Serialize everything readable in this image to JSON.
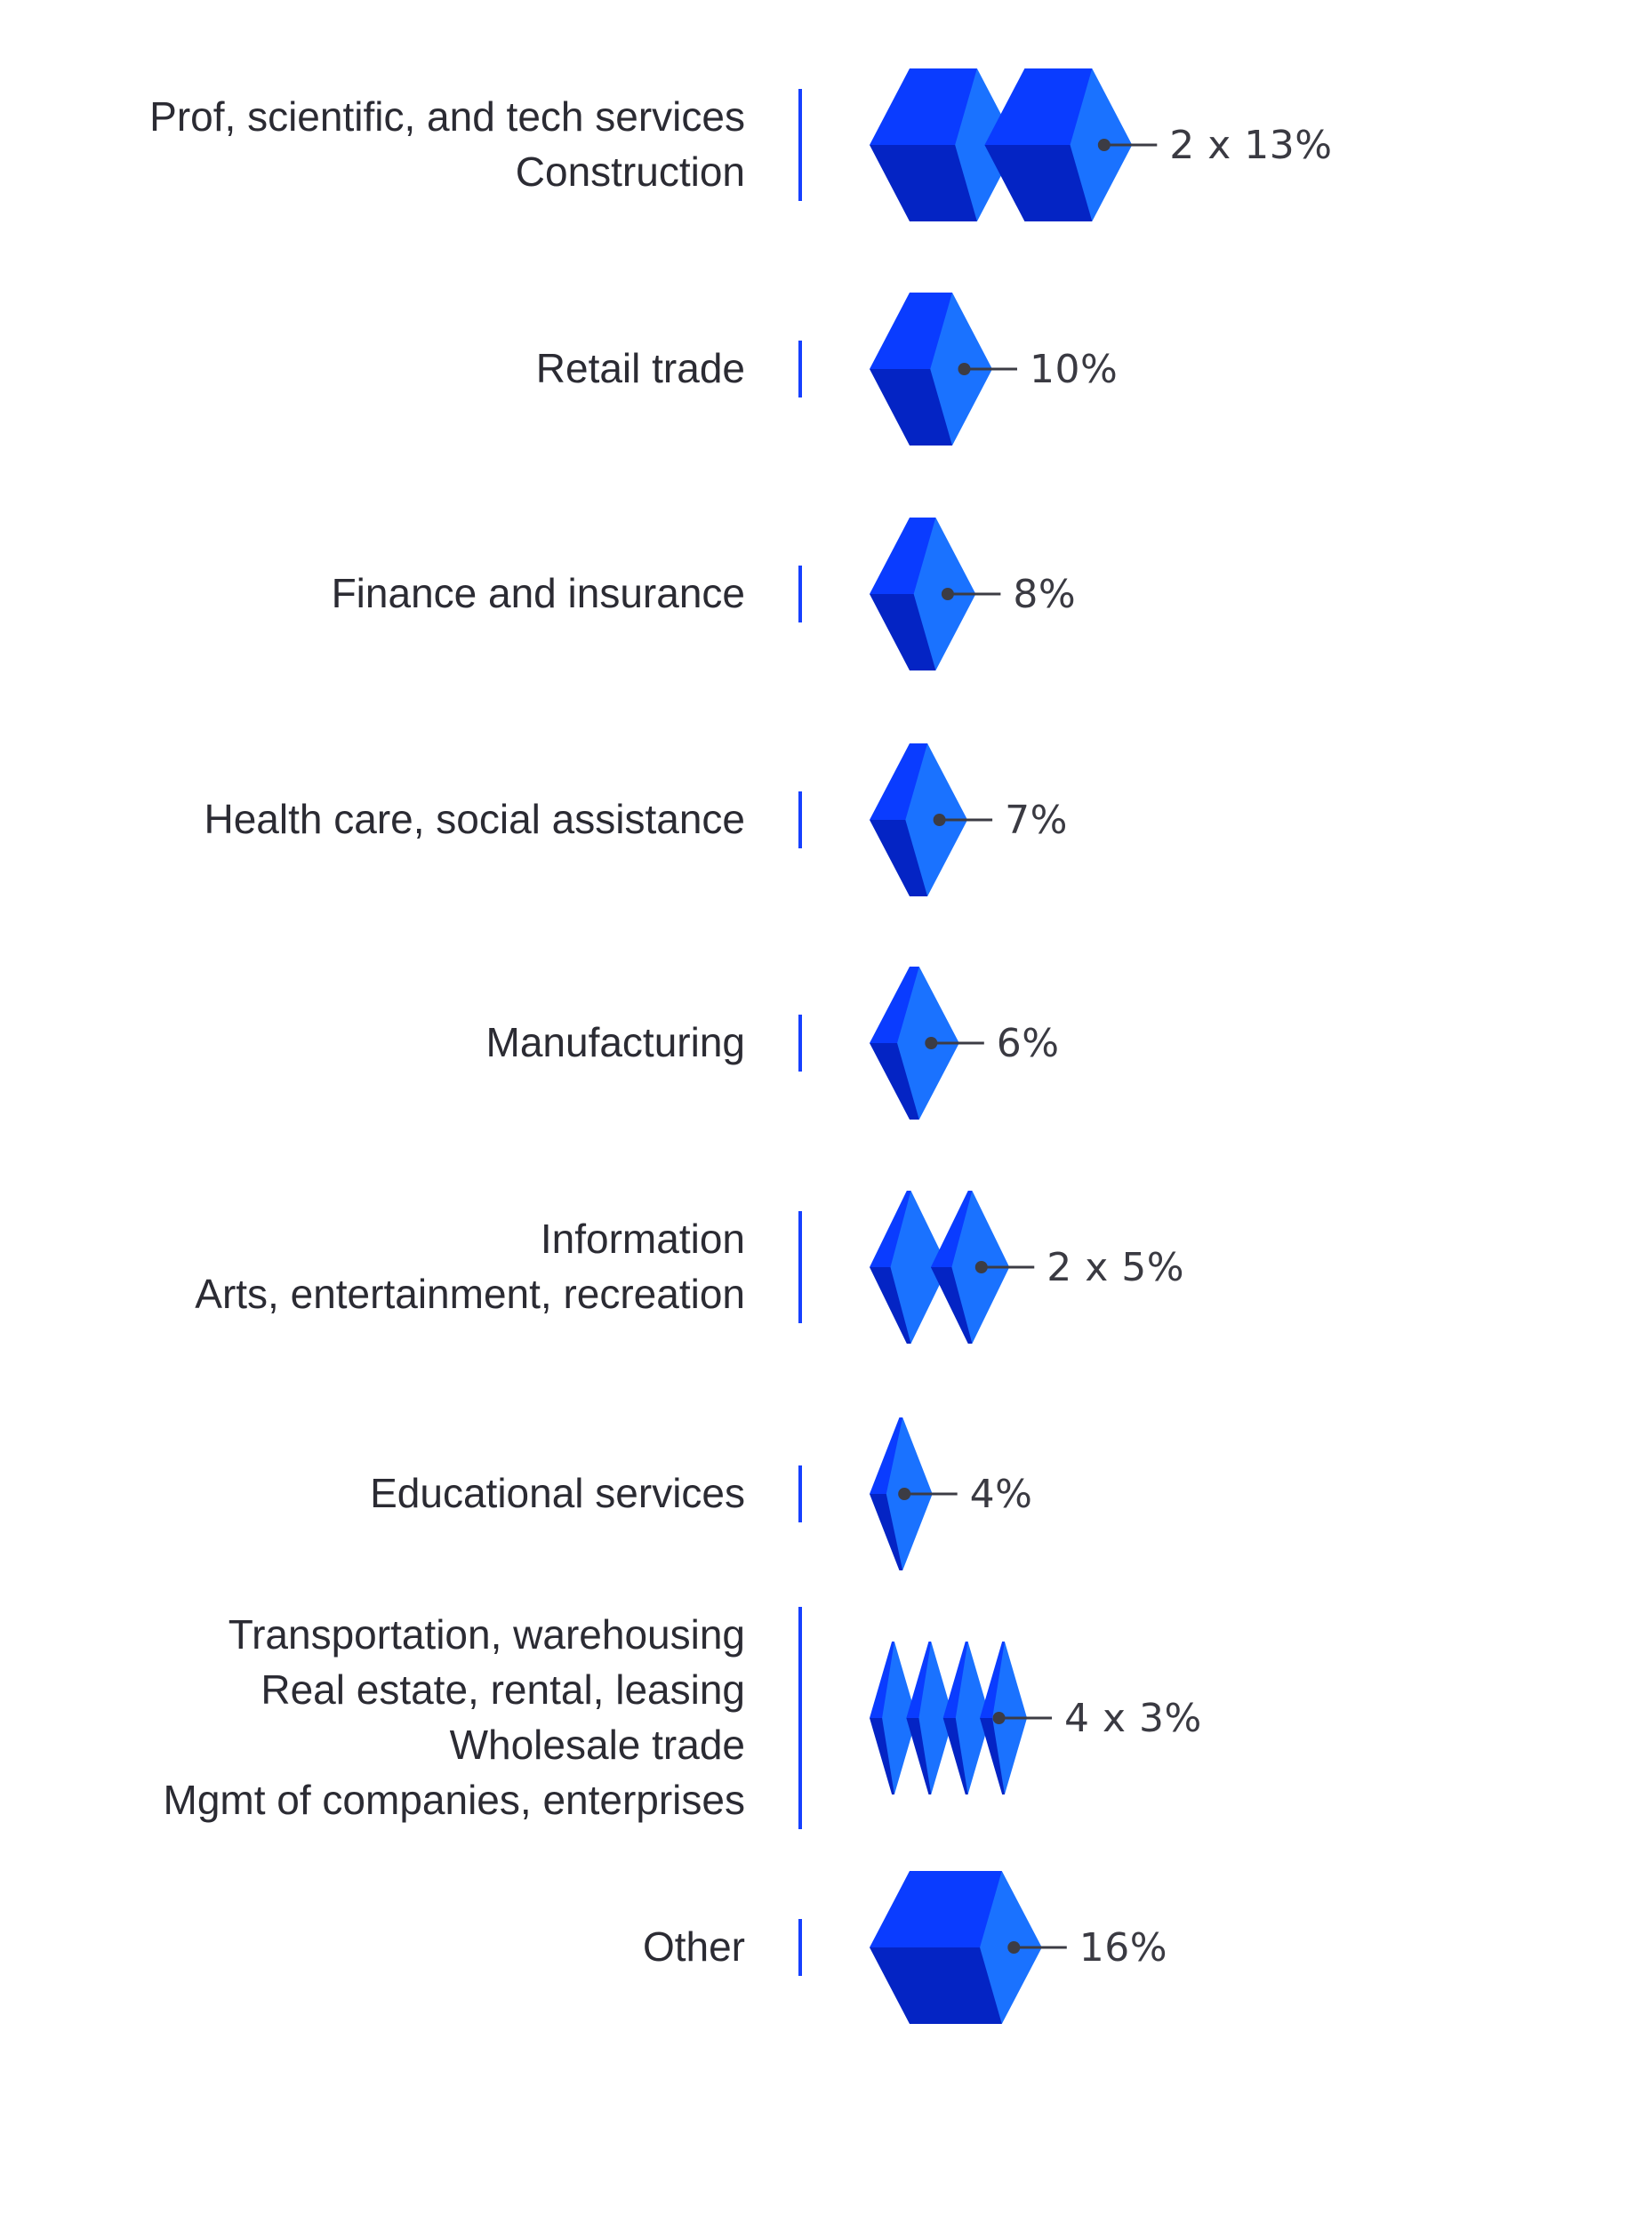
{
  "colors": {
    "top_face": "#0a3cff",
    "bottom_face": "#0424c4",
    "side_face": "#1a72ff",
    "divider": "#1640ff",
    "leader": "#3c3c44",
    "text": "#2b2b33",
    "value_text": "#3a3a42"
  },
  "chart_data": {
    "type": "bar",
    "orientation": "horizontal",
    "style": "isometric-blocks",
    "unit": "%",
    "legend": "none",
    "grid": false,
    "rows": [
      {
        "labels": [
          "Prof, scientific, and tech services",
          "Construction"
        ],
        "value": 13,
        "count": 2,
        "value_label": "2 x 13%"
      },
      {
        "labels": [
          "Retail trade"
        ],
        "value": 10,
        "count": 1,
        "value_label": "10%"
      },
      {
        "labels": [
          "Finance and insurance"
        ],
        "value": 8,
        "count": 1,
        "value_label": "8%"
      },
      {
        "labels": [
          "Health care, social assistance"
        ],
        "value": 7,
        "count": 1,
        "value_label": "7%"
      },
      {
        "labels": [
          "Manufacturing"
        ],
        "value": 6,
        "count": 1,
        "value_label": "6%"
      },
      {
        "labels": [
          "Information",
          "Arts, entertainment, recreation"
        ],
        "value": 5,
        "count": 2,
        "value_label": "2 x 5%"
      },
      {
        "labels": [
          "Educational services"
        ],
        "value": 4,
        "count": 1,
        "value_label": "4%"
      },
      {
        "labels": [
          "Transportation, warehousing",
          "Real estate, rental, leasing",
          "Wholesale trade",
          "Mgmt of companies, enterprises"
        ],
        "value": 3,
        "count": 4,
        "value_label": "4 x 3%"
      },
      {
        "labels": [
          "Other"
        ],
        "value": 16,
        "count": 1,
        "value_label": "16%"
      }
    ]
  }
}
